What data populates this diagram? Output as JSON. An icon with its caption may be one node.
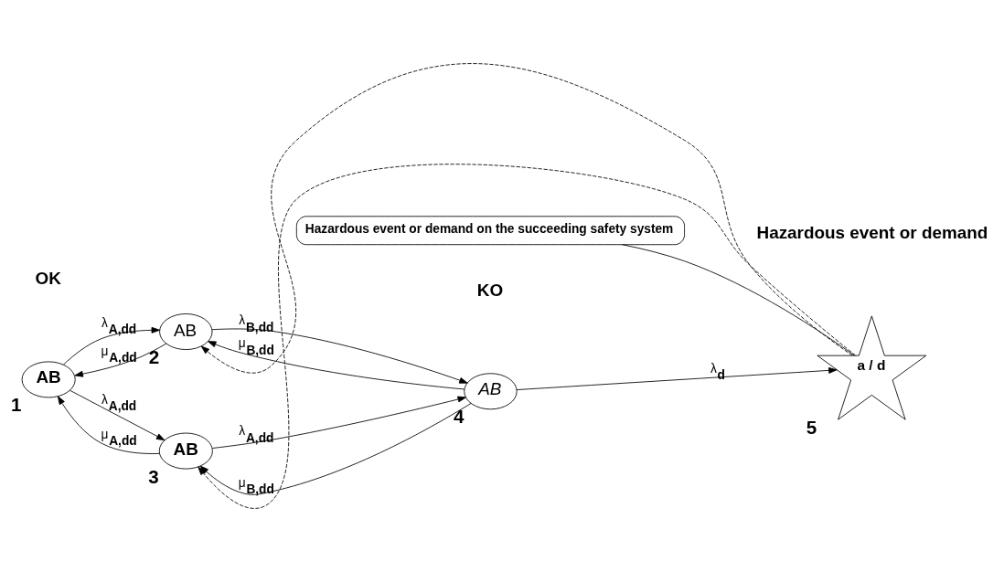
{
  "diagram": {
    "nodes": [
      {
        "text": [
          "AB"
        ],
        "beside": [
          "1"
        ]
      },
      {
        "text": [
          "AB"
        ],
        "beside": [
          "2"
        ]
      },
      {
        "text": [
          "AB"
        ],
        "beside": [
          "3"
        ]
      },
      {
        "text": [
          "AB"
        ],
        "beside": [
          "4"
        ]
      },
      {
        "text": [
          "a / d"
        ],
        "beside": [
          "5"
        ]
      },
      {
        "text": [
          "Hazardous event or demand on the succeeding safety system"
        ]
      }
    ],
    "edges": [
      {
        "from": 0,
        "to": 1,
        "arrow": "to",
        "label": "λ$_{A,dd}$"
      },
      {
        "from": 1,
        "to": 0,
        "arrow": "to",
        "label": "μ$_{A,dd}$"
      },
      {
        "from": 1,
        "to": 3,
        "arrow": "to",
        "label": "λ$_{B,dd}$"
      },
      {
        "from": 3,
        "to": 1,
        "arrow": "to",
        "label": "μ$_{B,dd}$"
      },
      {
        "from": 0,
        "to": 2,
        "arrow": "to",
        "label": "λ$_{A,dd}$"
      },
      {
        "from": 2,
        "to": 0,
        "arrow": "to",
        "label": "μ$_{A,dd}$"
      },
      {
        "from": 3,
        "to": 2,
        "arrow": "to",
        "label": "μ$_{B,dd}$"
      },
      {
        "from": 2,
        "to": 3,
        "arrow": "to",
        "label": "λ$_{A,dd}$"
      },
      {
        "from": 3,
        "to": 4,
        "arrow": "to",
        "label": "λ$_{d}$"
      },
      {
        "from": 4,
        "to": 1,
        "arrow": "to",
        "style": "dashed"
      },
      {
        "from": 4,
        "to": 2,
        "arrow": "to",
        "style": "dashed"
      },
      {
        "from": 5,
        "to": 4,
        "arrow": "none"
      }
    ],
    "labels": [
      "OK",
      "KO",
      "Hazardous event or demand"
    ]
  }
}
